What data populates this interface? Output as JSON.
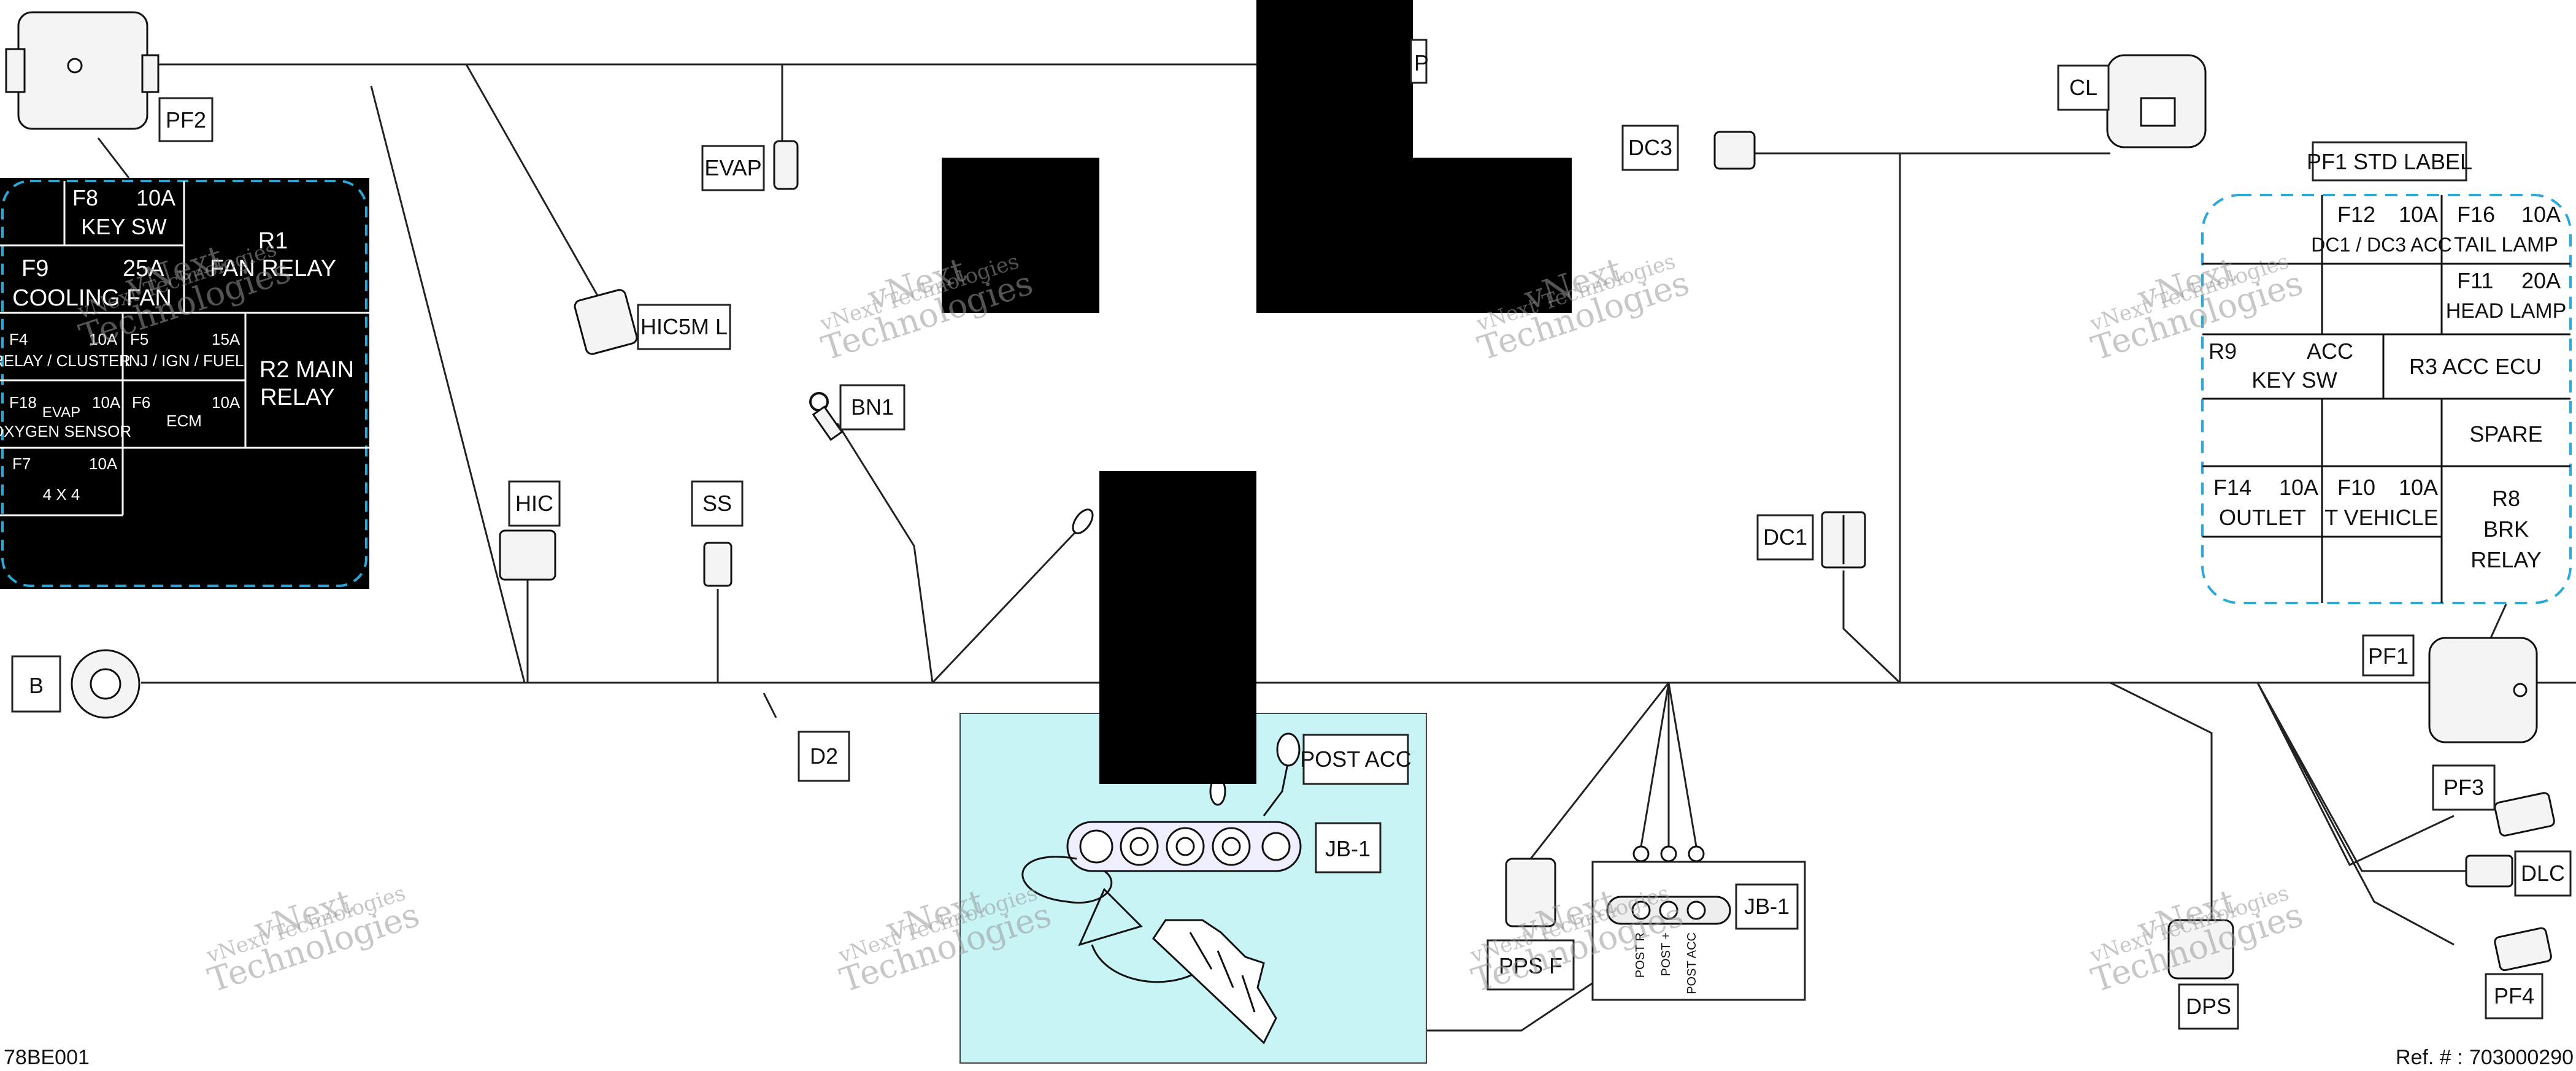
{
  "connectors": {
    "pf2": "PF2",
    "evap": "EVAP",
    "hic5m_l": "HIC5M L",
    "bn1": "BN1",
    "hic": "HIC",
    "ss": "SS",
    "b": "B",
    "d2": "D2",
    "post_acc": "POST ACC",
    "jb1": "JB-1",
    "jb1_small": "JB-1",
    "pps_f": "PPS F",
    "dc1": "DC1",
    "dc3": "DC3",
    "cl": "CL",
    "pf1": "PF1",
    "pf3": "PF3",
    "dlc": "DLC",
    "pf4": "PF4",
    "dps": "DPS",
    "p_partial": "P"
  },
  "jb1_posts": [
    "POST R",
    "POST +",
    "POST ACC"
  ],
  "pf2_fusebox": {
    "f8": "F8",
    "f8_amp": "10A",
    "f8_name": "KEY SW",
    "f9": "F9",
    "f9_amp": "25A",
    "f9_name": "COOLING FAN",
    "r1": "R1",
    "r1_name": "FAN RELAY",
    "f4": "F4",
    "f4_amp": "10A",
    "f4_name": "RELAY / CLUSTER",
    "f5": "F5",
    "f5_amp": "15A",
    "f5_name": "INJ / IGN / FUEL",
    "r2": "R2 MAIN",
    "r2_name": "RELAY",
    "f18": "F18",
    "f18_amp": "10A",
    "f18_name1": "EVAP",
    "f18_name2": "OXYGEN SENSOR",
    "f6": "F6",
    "f6_amp": "10A",
    "f6_name": "ECM",
    "f7": "F7",
    "f7_amp": "10A",
    "f7_name": "4 X 4"
  },
  "pf1_fusebox": {
    "title": "PF1 STD LABEL",
    "f12": "F12",
    "f12_amp": "10A",
    "f12_name": "DC1 / DC3 ACC",
    "f16": "F16",
    "f16_amp": "10A",
    "f16_name": "TAIL LAMP",
    "f11": "F11",
    "f11_amp": "20A",
    "f11_name": "HEAD LAMP",
    "r9": "R9",
    "r9_type": "ACC",
    "r9_name": "KEY SW",
    "r3": "R3  ACC  ECU",
    "spare": "SPARE",
    "f14": "F14",
    "f14_amp": "10A",
    "f14_name": "OUTLET",
    "f10": "F10",
    "f10_amp": "10A",
    "f10_name": "T VEHICLE",
    "r8": "R8",
    "r8_name1": "BRK",
    "r8_name2": "RELAY"
  },
  "watermark": {
    "line1": "vNext",
    "line2": "Technologies",
    "small": "vNext Technologies"
  },
  "footer": {
    "left_code": "78BE001",
    "ref_label": "Ref. # :",
    "ref_number": "703000290"
  },
  "colors": {
    "highlight": "#c8f4f6",
    "dashed": "#2aa8d8",
    "fusebox_bg": "#000000"
  }
}
